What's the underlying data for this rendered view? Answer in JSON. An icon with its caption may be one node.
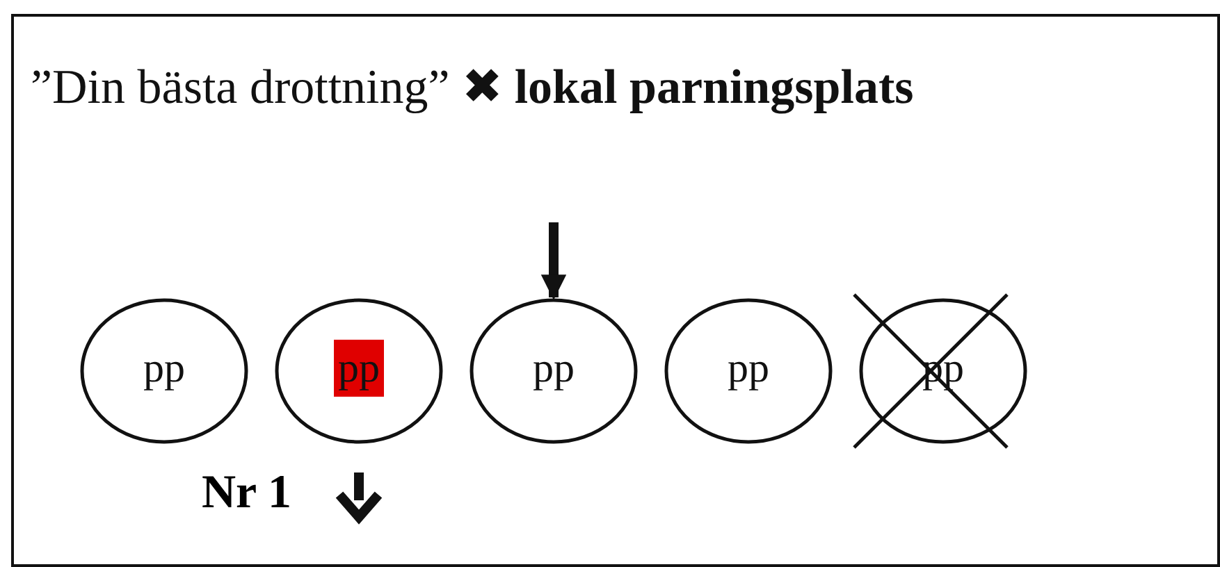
{
  "diagram": {
    "title": "”Din bästa drottning” ✖ **lokal parningsplats**",
    "nodes": [
      {
        "text": [
          "pp"
        ]
      },
      {
        "text": [
          "pp"
        ]
      },
      {
        "text": [
          "pp"
        ]
      },
      {
        "text": [
          "pp"
        ]
      },
      {
        "text": [
          "pp"
        ]
      }
    ],
    "edges": [
      {
        "from": null,
        "to": 2,
        "arrow": "to"
      }
    ],
    "labels": [
      "Nr 1"
    ]
  }
}
